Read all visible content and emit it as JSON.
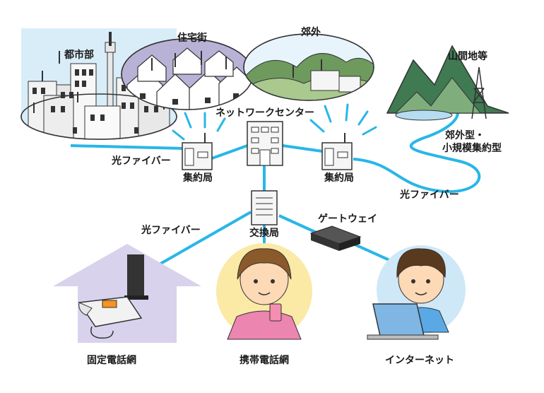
{
  "labels": {
    "urban": "都市部",
    "residential": "住宅街",
    "suburb": "郊外",
    "mountain": "山間地等",
    "network_center": "ネットワークセンター",
    "suburban_line1": "郊外型・",
    "suburban_line2": "小規模集約型",
    "fiber_left": "光ファイバー",
    "aggregation_left": "集約局",
    "aggregation_right": "集約局",
    "fiber_right": "光ファイバー",
    "fiber_center": "光ファイバー",
    "exchange": "交換局",
    "gateway": "ゲートウェイ",
    "landline": "固定電話網",
    "mobile": "携帯電話網",
    "internet": "インターネット"
  },
  "colors": {
    "fiber_line": "#29b6e8",
    "building_outline": "#333333",
    "sky": "#cfe6f5",
    "mountain": "#3f7a52",
    "house_bg": "#d8d2ec",
    "face_bg_left": "#fbe9a6",
    "face_bg_right": "#cfe8f8"
  }
}
